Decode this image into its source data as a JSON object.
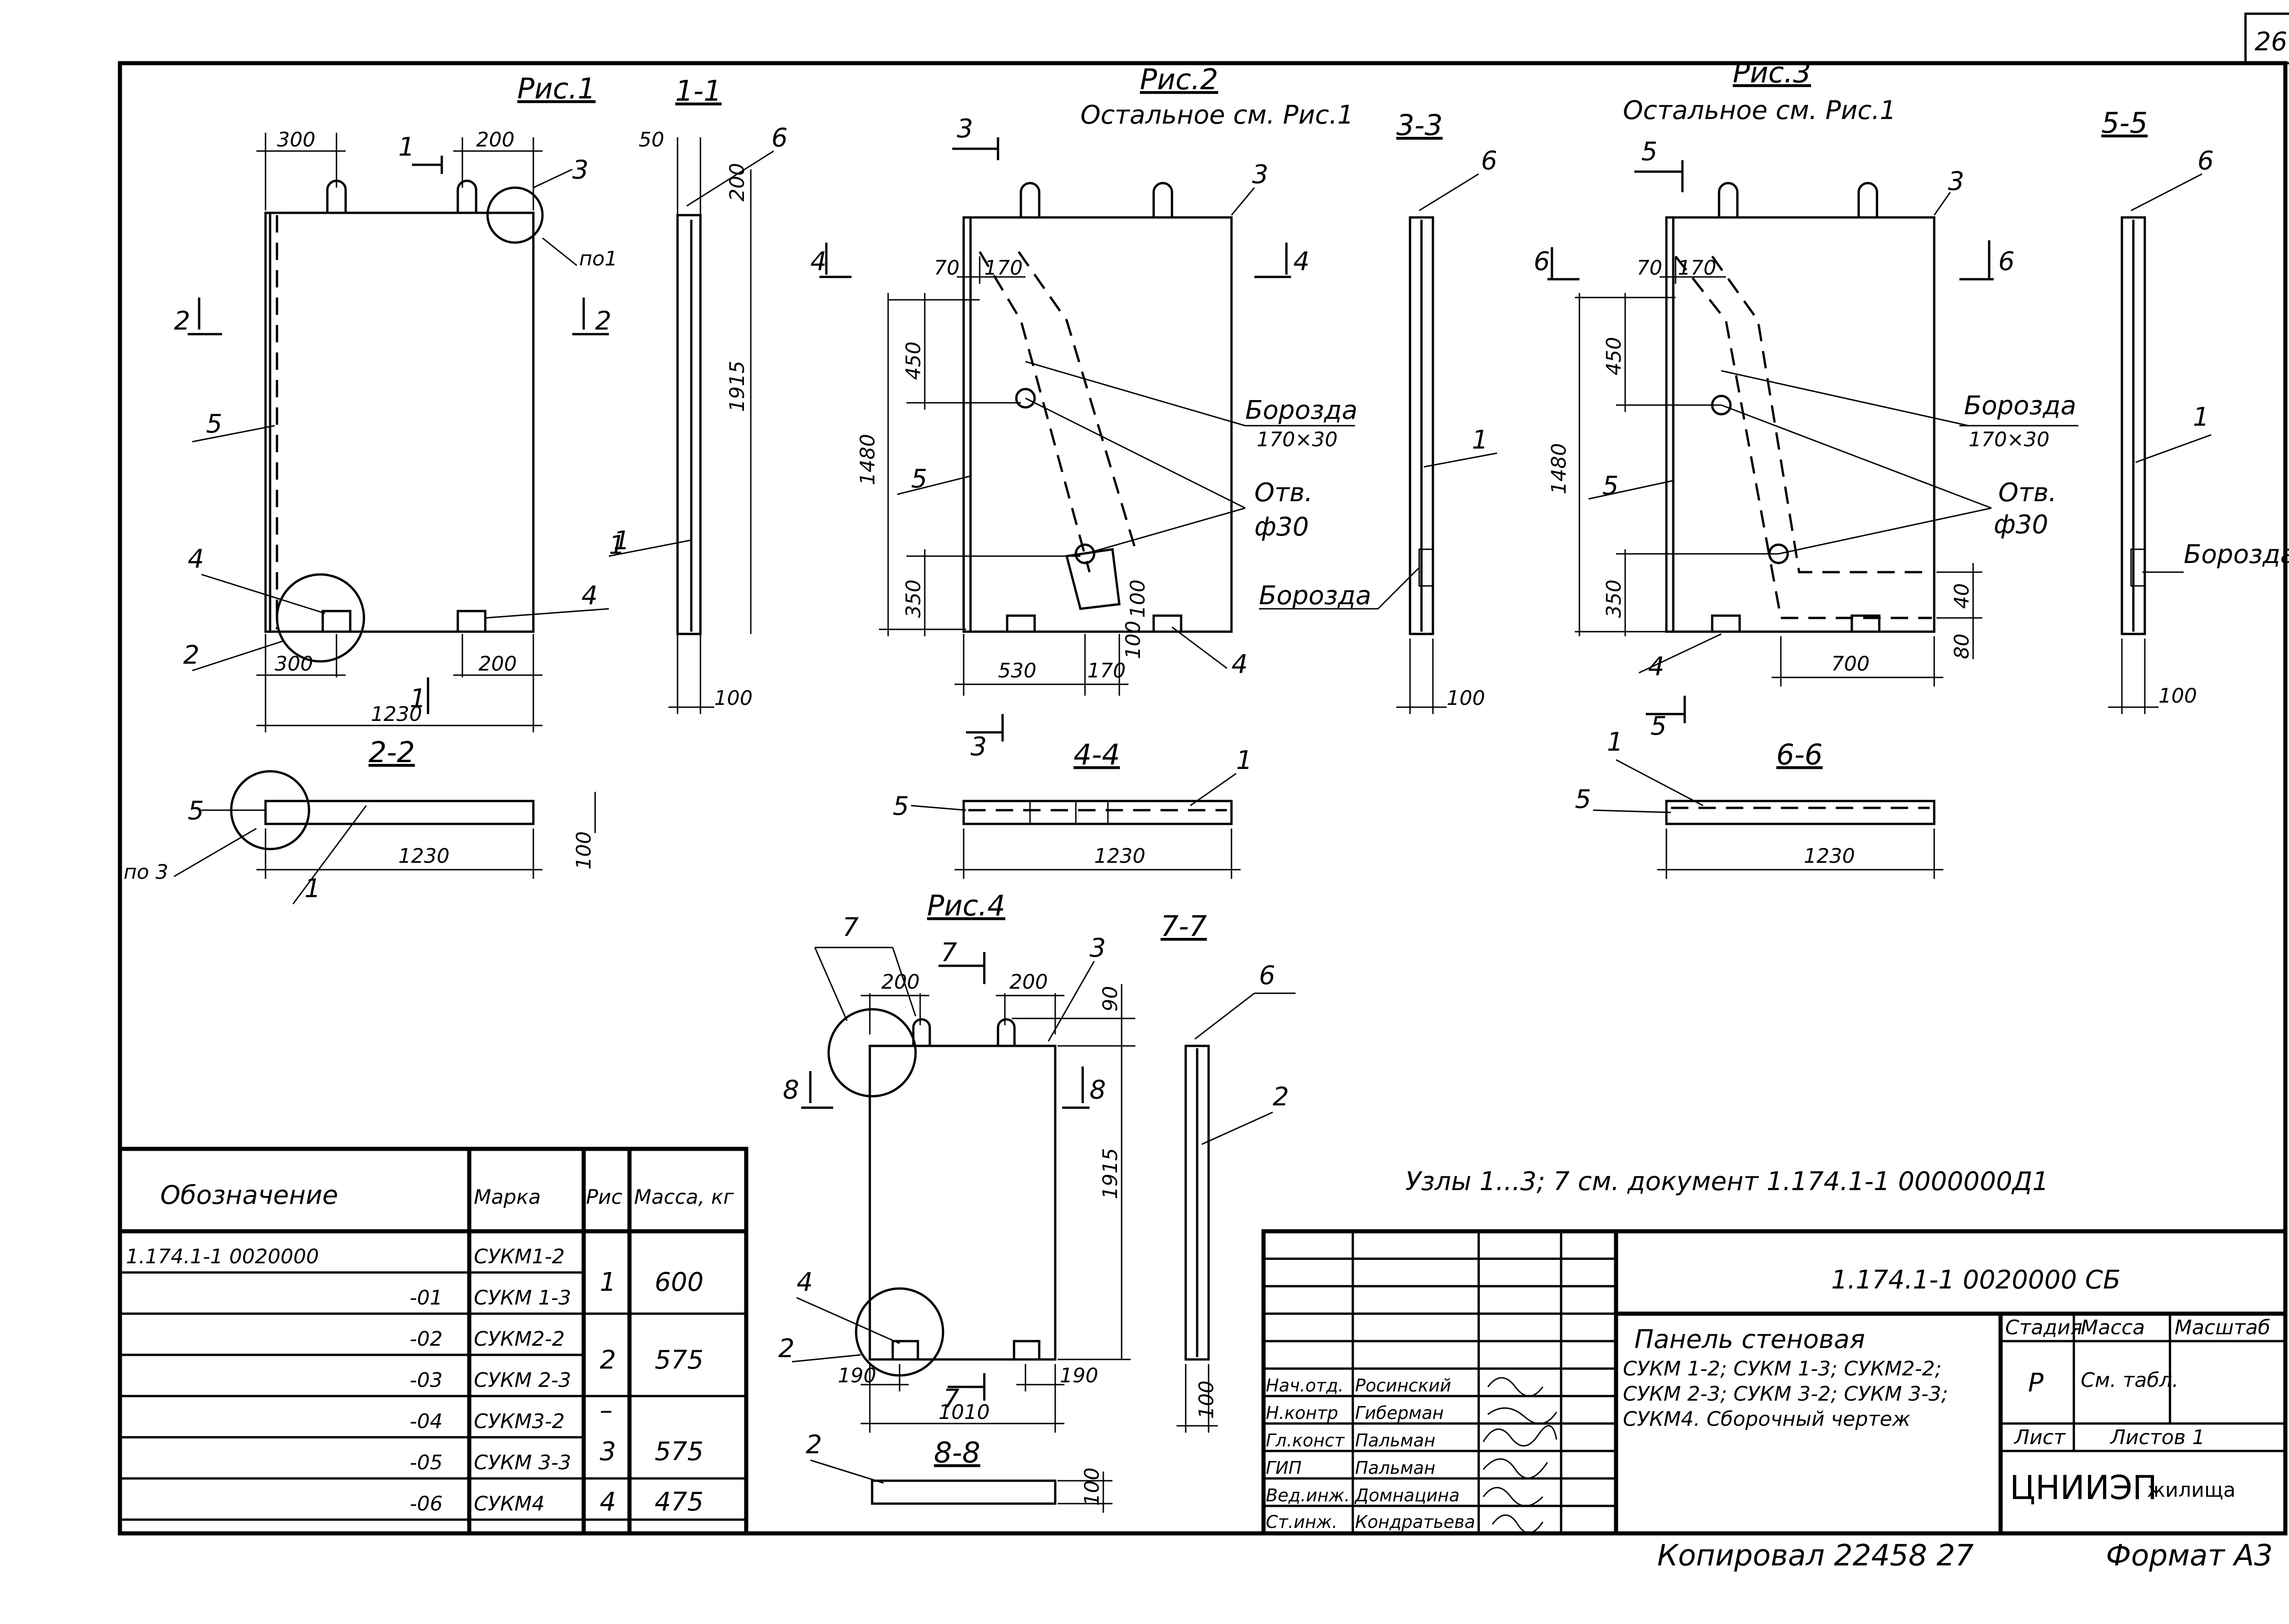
{
  "sheet_number": "26",
  "figures": {
    "fig1": {
      "title": "Рис.1",
      "dims": [
        "300",
        "200",
        "300",
        "200",
        "1230"
      ],
      "callouts": [
        "1",
        "2",
        "3",
        "4",
        "4",
        "5"
      ],
      "note_node": "по1",
      "section_marks": [
        "1",
        "1",
        "2",
        "2"
      ]
    },
    "sec_1_1": {
      "title": "1-1",
      "dims": [
        "50",
        "200",
        "1915",
        "100"
      ],
      "callouts": [
        "6",
        "1"
      ]
    },
    "sec_2_2": {
      "title": "2-2",
      "dims": [
        "1230",
        "100"
      ],
      "callouts": [
        "5",
        "1"
      ],
      "note_node": "по 3"
    },
    "fig2": {
      "title": "Рис.2",
      "subtitle": "Остальное см. Рис.1",
      "dims": [
        "70",
        "170",
        "450",
        "1480",
        "350",
        "100",
        "530",
        "170",
        "100"
      ],
      "groove_label": "Борозда",
      "groove_size": "170×30",
      "hole_label": "Отв.",
      "hole_size": "ф30",
      "callouts": [
        "3",
        "5",
        "4"
      ],
      "section_marks": [
        "3",
        "3",
        "4",
        "4"
      ]
    },
    "sec_3_3": {
      "title": "3-3",
      "dims": [
        "100"
      ],
      "callouts": [
        "6",
        "1"
      ],
      "groove_label": "Борозда"
    },
    "sec_4_4": {
      "title": "4-4",
      "dims": [
        "1230"
      ],
      "callouts": [
        "5",
        "1"
      ]
    },
    "fig3": {
      "title": "Рис.3",
      "subtitle": "Остальное см. Рис.1",
      "dims": [
        "70",
        "170",
        "450",
        "1480",
        "350",
        "40",
        "80",
        "700"
      ],
      "groove_label": "Борозда",
      "groove_size": "170×30",
      "hole_label": "Отв.",
      "hole_size": "ф30",
      "callouts": [
        "3",
        "5",
        "4"
      ],
      "section_marks": [
        "5",
        "5",
        "6",
        "6"
      ]
    },
    "sec_5_5": {
      "title": "5-5",
      "dims": [
        "100"
      ],
      "callouts": [
        "6",
        "1"
      ],
      "groove_label": "Борозда"
    },
    "sec_6_6": {
      "title": "6-6",
      "dims": [
        "1230"
      ],
      "callouts": [
        "1",
        "5"
      ]
    },
    "fig4": {
      "title": "Рис.4",
      "dims": [
        "200",
        "200",
        "90",
        "1915",
        "190",
        "190",
        "1010"
      ],
      "callouts": [
        "7",
        "3",
        "4",
        "2"
      ],
      "section_marks": [
        "7",
        "7",
        "8",
        "8"
      ]
    },
    "sec_7_7": {
      "title": "7-7",
      "dims": [
        "100"
      ],
      "callouts": [
        "6",
        "2"
      ]
    },
    "sec_8_8": {
      "title": "8-8",
      "dims": [
        "100"
      ],
      "callouts": [
        "2"
      ]
    }
  },
  "nodes_note": "Узлы 1...3; 7 см. документ 1.174.1-1   0000000Д1",
  "spec_table": {
    "headers": [
      "Обозначение",
      "Марка",
      "Рис",
      "Масса, кг"
    ],
    "rows": [
      {
        "designation": "1.174.1-1   0020000",
        "mark": "СУКМ1-2"
      },
      {
        "designation": "-01",
        "mark": "СУКМ 1-3"
      },
      {
        "designation": "-02",
        "mark": "СУКМ2-2"
      },
      {
        "designation": "-03",
        "mark": "СУКМ 2-3"
      },
      {
        "designation": "-04",
        "mark": "СУКМ3-2"
      },
      {
        "designation": "-05",
        "mark": "СУКМ 3-3"
      },
      {
        "designation": "-06",
        "mark": "СУКМ4"
      }
    ],
    "groups": [
      {
        "fig": "1",
        "mass": "600"
      },
      {
        "fig": "2",
        "mass": "575"
      },
      {
        "fig": "3",
        "mass": "575",
        "dash": "–"
      },
      {
        "fig": "4",
        "mass": "475"
      }
    ]
  },
  "title_block": {
    "doc_code": "1.174.1-1   0020000 СБ",
    "description": [
      "Панель стеновая",
      "СУКМ 1-2; СУКМ 1-3; СУКМ2-2;",
      "СУКМ 2-3; СУКМ 3-2; СУКМ 3-3;",
      "СУКМ4. Сборочный чертеж"
    ],
    "stage_label": "Стадия",
    "mass_label": "Масса",
    "scale_label": "Масштаб",
    "stage": "Р",
    "mass_value": "См. табл.",
    "sheet_label": "Лист",
    "sheets_label": "Листов 1",
    "org": "ЦНИИЭП",
    "org_suffix": "жилища",
    "signatures": [
      {
        "role": "Нач.отд.",
        "name": "Росинский"
      },
      {
        "role": "Н.контр",
        "name": "Гиберман"
      },
      {
        "role": "Гл.конст",
        "name": "Пальман"
      },
      {
        "role": "ГИП",
        "name": "Пальман"
      },
      {
        "role": "Вед.инж.",
        "name": "Домнацина"
      },
      {
        "role": "Ст.инж.",
        "name": "Кондратьева"
      }
    ]
  },
  "copied": "Копировал   22458   27",
  "format": "Формат А3"
}
